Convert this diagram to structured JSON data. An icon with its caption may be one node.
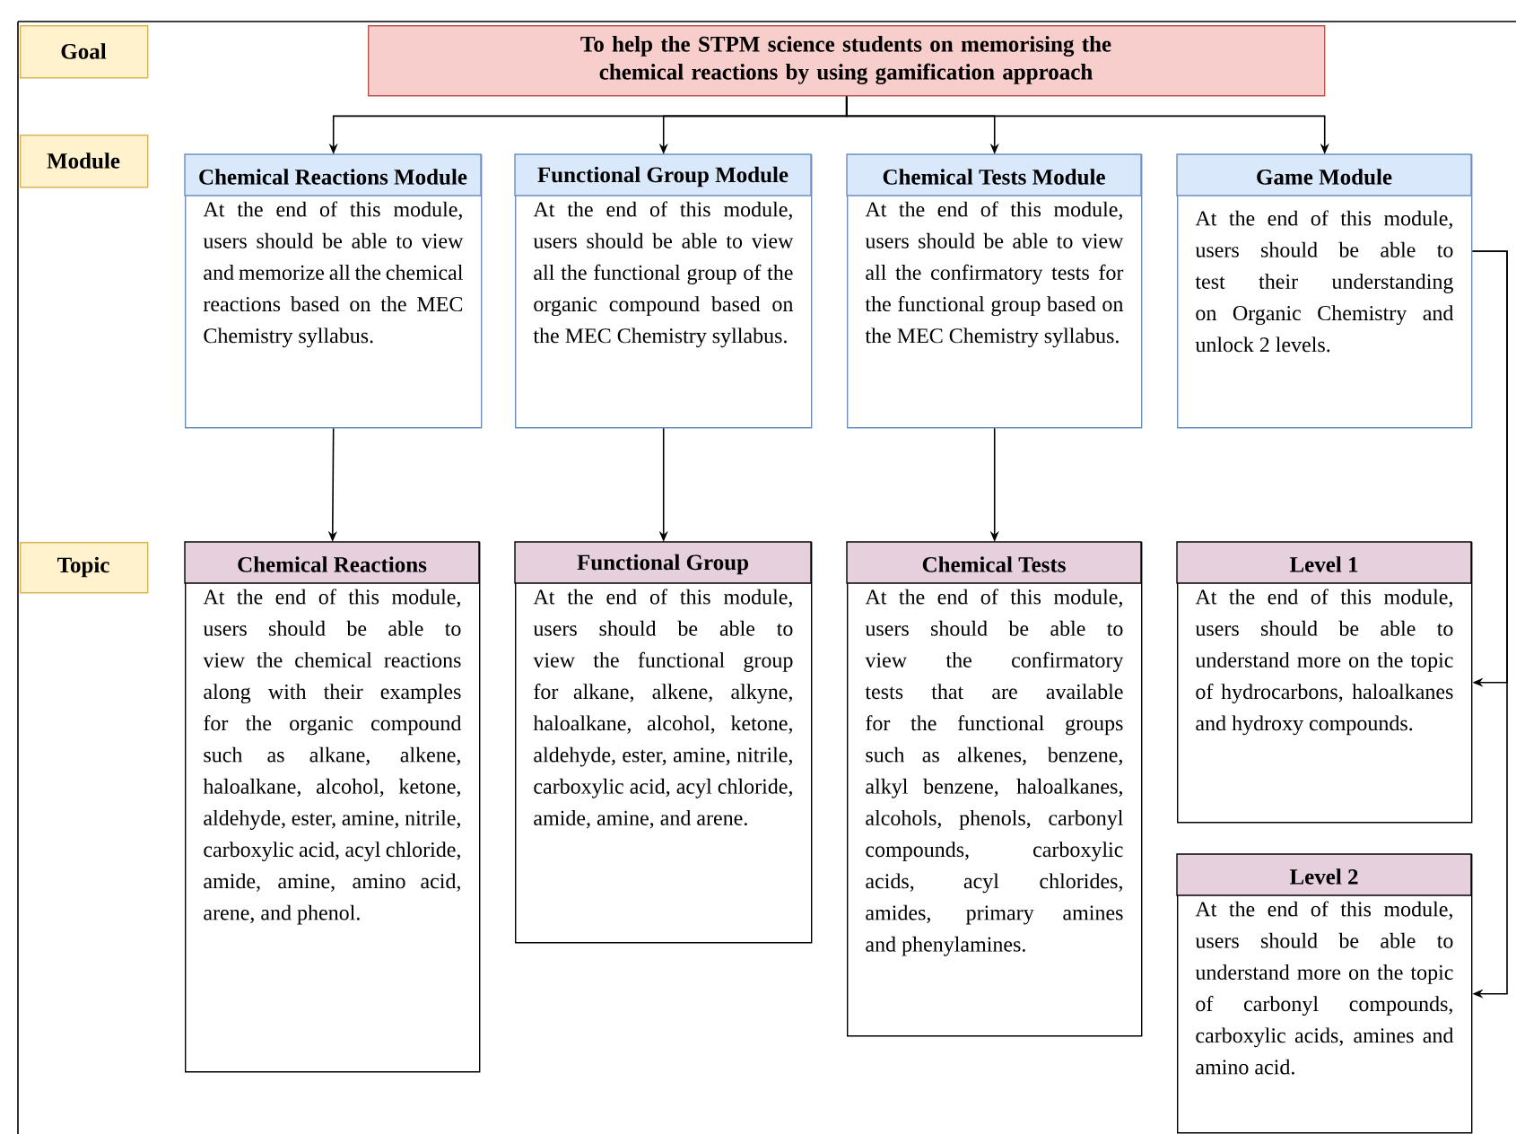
{
  "diagram": {
    "nodes": [
      {
        "text": [
          "Goal"
        ]
      },
      {
        "text": [
          "To help the STPM science students on memorising the chemical reactions by using gamification approach"
        ]
      },
      {
        "text": [
          "Module"
        ]
      },
      {
        "text": [
          "Chemical Reactions Module",
          "At the end of this module, users should be able to view and memorize all the chemical reactions based on the MEC Chemistry syllabus."
        ]
      },
      {
        "text": [
          "Functional Group Module",
          "At the end of this module, users should be able to view all the functional group of the organic compound based on the MEC Chemistry syllabus."
        ]
      },
      {
        "text": [
          "Chemical Tests Module",
          "At the end of this module, users should be able to view all the confirmatory tests for the functional group based on the MEC Chemistry syllabus."
        ]
      },
      {
        "text": [
          "Game Module",
          "At the end of this module, users should be able to test their understanding on Organic Chemistry and unlock 2 levels."
        ]
      },
      {
        "text": [
          "Topic"
        ]
      },
      {
        "text": [
          "Chemical Reactions",
          "At the end of this module, users should be able to view the chemical reactions along with their examples for the organic compound such as alkane, alkene, haloalkane, alcohol, ketone, aldehyde, ester, amine, nitrile, carboxylic acid, acyl chloride, amide, amine, amino acid, arene, and phenol."
        ]
      },
      {
        "text": [
          "Functional Group",
          "At the end of this module, users should be able to view the functional group for alkane, alkene, alkyne, haloalkane, alcohol, ketone, aldehyde, ester, amine, nitrile, carboxylic acid, acyl chloride, amide, amine, and arene."
        ]
      },
      {
        "text": [
          "Chemical Tests",
          "At the end of this module, users should be able to view the confirmatory tests that are available for the functional groups such as alkenes, benzene, alkyl benzene, haloalkanes, alcohols, phenols, carbonyl compounds, carboxylic acids, acyl chlorides, amides, primary amines and phenylamines."
        ]
      },
      {
        "text": [
          "Level 1",
          "At the end of this module, users should be able to understand more on the topic of hydrocarbons, haloalkanes and hydroxy compounds."
        ]
      },
      {
        "text": [
          "Level 2",
          "At the end of this module, users should be able to understand more on the topic of carbonyl compounds, carboxylic acids, amines and amino acid."
        ]
      }
    ],
    "edges": [
      {
        "from": 1,
        "to": 3,
        "arrow": "to"
      },
      {
        "from": 1,
        "to": 4,
        "arrow": "to"
      },
      {
        "from": 1,
        "to": 5,
        "arrow": "to"
      },
      {
        "from": 1,
        "to": 6,
        "arrow": "to"
      },
      {
        "from": 3,
        "to": 8,
        "arrow": "to"
      },
      {
        "from": 4,
        "to": 9,
        "arrow": "to"
      },
      {
        "from": 5,
        "to": 10,
        "arrow": "to"
      },
      {
        "from": 6,
        "to": 11,
        "arrow": "to"
      },
      {
        "from": 6,
        "to": 12,
        "arrow": "to"
      }
    ]
  }
}
